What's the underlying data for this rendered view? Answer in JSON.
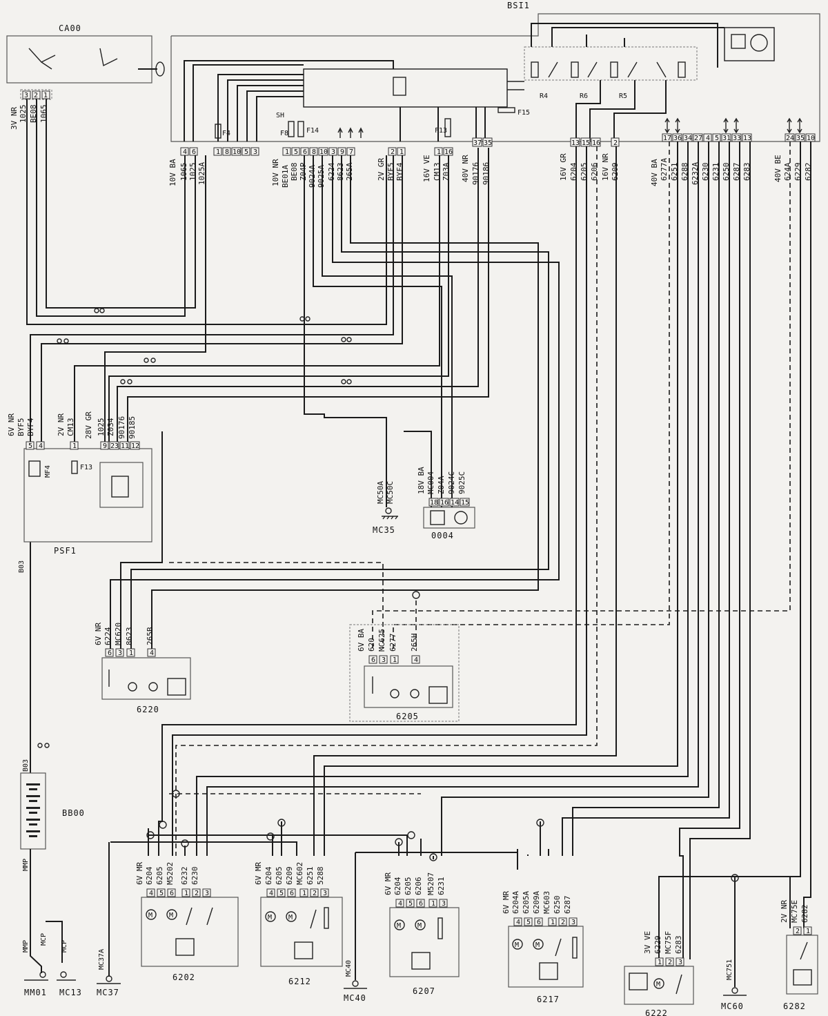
{
  "components": {
    "bsi": "BSI1",
    "ca00": "CA00",
    "psf": "PSF1",
    "bb00": "BB00",
    "c0004": "0004",
    "c6220": "6220",
    "c6205": "6205",
    "c6202": "6202",
    "c6212": "6212",
    "c6207": "6207",
    "c6217": "6217",
    "c6222": "6222",
    "c6282": "6282"
  },
  "bsi_internal": {
    "fuses": [
      "F4",
      "F8",
      "F14",
      "F13",
      "F15"
    ],
    "relays": [
      "R4",
      "R6",
      "R5"
    ],
    "shunt": "SH"
  },
  "psf_internal": {
    "fuse_f13": "F13",
    "fuse_mf4": "MF4"
  },
  "grounds": [
    "MC35",
    "MM01",
    "MC13",
    "MC37",
    "MC40",
    "MC60"
  ],
  "connectors": [
    {
      "id": "ca00",
      "label": "3V NR",
      "pins": [
        "3",
        "2",
        "1"
      ],
      "wires": [
        "1025",
        "BE08",
        "1065"
      ]
    },
    {
      "id": "bsi-a",
      "label": "10V BA",
      "pins": [
        "4",
        "6"
      ],
      "wires": [
        "1065",
        "1025",
        "1025A"
      ]
    },
    {
      "id": "bsi-b",
      "label": "",
      "pins": [
        "1",
        "8",
        "10",
        "5",
        "3"
      ],
      "wires": []
    },
    {
      "id": "bsi-c",
      "label": "10V NR",
      "pins": [
        "1",
        "5",
        "6",
        "8",
        "10",
        "3",
        "9",
        "7"
      ],
      "wires": [
        "BE01A",
        "BE08",
        "Z04P",
        "9024A",
        "9025A",
        "6224",
        "8623",
        "265A"
      ]
    },
    {
      "id": "bsi-d",
      "label": "2V GR",
      "pins": [
        "2",
        "1"
      ],
      "wires": [
        "BYF5",
        "BYF4"
      ]
    },
    {
      "id": "bsi-e",
      "label": "16V VE",
      "pins": [
        "1",
        "16"
      ],
      "wires": [
        "CM13",
        "Z03A"
      ]
    },
    {
      "id": "bsi-f",
      "label": "40V NR",
      "pins": [
        "37",
        "35"
      ],
      "wires": [
        "90176",
        "90186"
      ]
    },
    {
      "id": "bsi-g",
      "label": "16V GR",
      "pins": [
        "13",
        "15",
        "16"
      ],
      "wires": [
        "6204",
        "6205",
        "6206"
      ]
    },
    {
      "id": "bsi-h",
      "label": "16V NR",
      "pins": [
        "2"
      ],
      "wires": [
        "6209"
      ]
    },
    {
      "id": "bsi-i",
      "label": "40V BA",
      "pins": [
        "17",
        "36",
        "34",
        "27",
        "4",
        "5",
        "31",
        "33",
        "13"
      ],
      "wires": [
        "6277A",
        "6251",
        "6288",
        "6232A",
        "6230",
        "6231",
        "6250",
        "6287",
        "6283"
      ]
    },
    {
      "id": "bsi-j",
      "label": "40V BE",
      "pins": [
        "24",
        "35",
        "10"
      ],
      "wires": [
        "624A",
        "6229",
        "6282"
      ]
    },
    {
      "id": "psf-a",
      "label": "6V NR",
      "pins": [
        "5",
        "4"
      ],
      "wires": [
        "BYF5",
        "BYF4"
      ]
    },
    {
      "id": "psf-b",
      "label": "2V NR",
      "pins": [
        "1"
      ],
      "wires": [
        "CM13"
      ]
    },
    {
      "id": "psf-c",
      "label": "28V GR",
      "pins": [
        "9",
        "23",
        "11",
        "12"
      ],
      "wires": [
        "1025",
        "Z034",
        "90176",
        "90185"
      ]
    },
    {
      "id": "0004",
      "label": "18V BA",
      "pins": [
        "18",
        "16",
        "14",
        "15"
      ],
      "wires": [
        "MC004",
        "Z04A",
        "9024C",
        "9025C"
      ]
    },
    {
      "id": "6220",
      "label": "6V NR",
      "pins": [
        "6",
        "3",
        "1",
        "4"
      ],
      "wires": [
        "6224",
        "MC620",
        "8623",
        "265B"
      ]
    },
    {
      "id": "6205",
      "label": "6V BA",
      "pins": [
        "6",
        "3",
        "1",
        "4"
      ],
      "wires": [
        "620",
        "MC625",
        "6277",
        "265H"
      ]
    },
    {
      "id": "6202",
      "label": "6V MR",
      "pins": [
        "4",
        "5",
        "6",
        "1",
        "2",
        "3"
      ],
      "wires": [
        "6204",
        "6205",
        "M5202",
        "6232",
        "6230"
      ]
    },
    {
      "id": "6212",
      "label": "6V MR",
      "pins": [
        "4",
        "5",
        "6",
        "1",
        "2",
        "3"
      ],
      "wires": [
        "6204",
        "6205",
        "6209",
        "MC602",
        "6251",
        "5288"
      ]
    },
    {
      "id": "6207",
      "label": "6V MR",
      "pins": [
        "4",
        "5",
        "6",
        "1",
        "3"
      ],
      "wires": [
        "6204",
        "6205",
        "6206",
        "M5207",
        "6231"
      ]
    },
    {
      "id": "6217",
      "label": "6V MR",
      "pins": [
        "4",
        "5",
        "6",
        "1",
        "2",
        "3"
      ],
      "wires": [
        "6204A",
        "6205A",
        "6209A",
        "MC603",
        "6250",
        "6287"
      ]
    },
    {
      "id": "6222",
      "label": "3V VE",
      "pins": [
        "1",
        "2",
        "3"
      ],
      "wires": [
        "6229",
        "MC75F",
        "6283"
      ]
    },
    {
      "id": "6282",
      "label": "2V NR",
      "pins": [
        "2",
        "1"
      ],
      "wires": [
        "MC75E",
        "6282"
      ]
    }
  ],
  "ground_wires": {
    "mc35": [
      "MC50A",
      "MC50C"
    ],
    "mm01": "MMP",
    "bb00_top": "B03",
    "bb00_bottom": "MMP",
    "psf_out": "B03",
    "mc13": "MCP",
    "mm01_mcp": "MCP",
    "mc37": "MC37A",
    "mc40": "MC40",
    "mc60": "MC751"
  }
}
